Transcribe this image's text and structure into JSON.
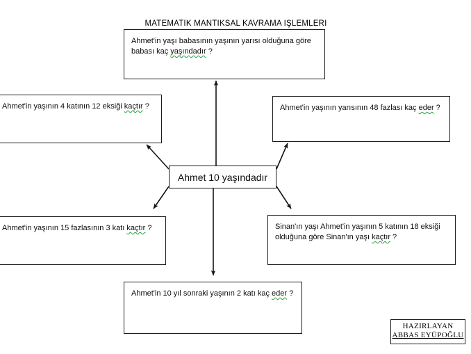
{
  "document": {
    "title": "MATEMATIK MANTIKSAL  KAVRAMA IŞLEMLERI"
  },
  "center_node": {
    "label": "Ahmet 10 yaşındadır"
  },
  "problems": {
    "top": {
      "line1": "Ahmet'in yaşı babasının yaşının yarısı olduğuna göre",
      "line2_plain": "babası kaç ",
      "line2_misspelled": "yaşındadır",
      "line2_tail": " ?"
    },
    "left_top": {
      "line1_plain": "Ahmet'in yaşının 4 katının 12 eksiği ",
      "line1_misspelled": "kaçtır",
      "line1_tail": " ?"
    },
    "right_top": {
      "line1_plain": "Ahmet'in yaşının yarısının  48 fazlası kaç ",
      "line1_misspelled": "eder",
      "line1_tail": " ?"
    },
    "left_bottom": {
      "line1_plain": "Ahmet'in yaşının 15 fazlasının 3 katı  ",
      "line1_misspelled": "kaçtır",
      "line1_tail": " ?"
    },
    "right_bottom": {
      "line1": "Sinan'ın yaşı Ahmet'in yaşının 5 katının  18 eksiği",
      "line2_plain": "olduğuna göre Sinan'ın yaşı ",
      "line2_misspelled": "kaçtır",
      "line2_tail": " ?"
    },
    "bottom": {
      "line1_plain": "Ahmet'in 10 yıl sonraki yaşının 2 katı  kaç ",
      "line1_misspelled": "eder",
      "line1_tail": " ?"
    }
  },
  "signature": {
    "line1": "HAZIRLAYAN",
    "line2": "ABBAS EYÜPOĞLU"
  },
  "colors": {
    "box_border": "#1c1c1c",
    "text": "#0d0d0d",
    "spellcheck_underline": "#22a03a",
    "connector": "#141414",
    "background": "#ffffff"
  },
  "connectors": [
    {
      "name": "center-to-top",
      "direction": "up"
    },
    {
      "name": "center-to-left-top",
      "direction": "up-left"
    },
    {
      "name": "center-to-right-top",
      "direction": "up-right"
    },
    {
      "name": "center-to-left-bottom",
      "direction": "down-left"
    },
    {
      "name": "center-to-right-bottom",
      "direction": "down-right"
    },
    {
      "name": "center-to-bottom",
      "direction": "down"
    }
  ]
}
